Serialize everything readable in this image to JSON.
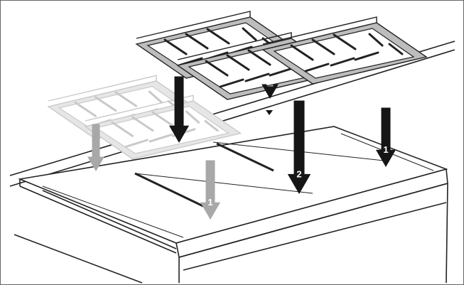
{
  "figure": {
    "kind": "installation-diagram",
    "subject": "pan-supports-placed-on-hob"
  },
  "steps": [
    {
      "id": "step-1-left",
      "label": "1",
      "style": "ghost"
    },
    {
      "id": "step-1-right",
      "label": "1",
      "style": "solid"
    },
    {
      "id": "step-2",
      "label": "2",
      "style": "solid"
    }
  ],
  "colors": {
    "line": "#222222",
    "grate_fill": "#bdbdbd",
    "grate_ghost": "#c9c9c9",
    "arrow": "#151515",
    "arrow_ghost": "#a8a8a8",
    "background": "#ffffff"
  }
}
